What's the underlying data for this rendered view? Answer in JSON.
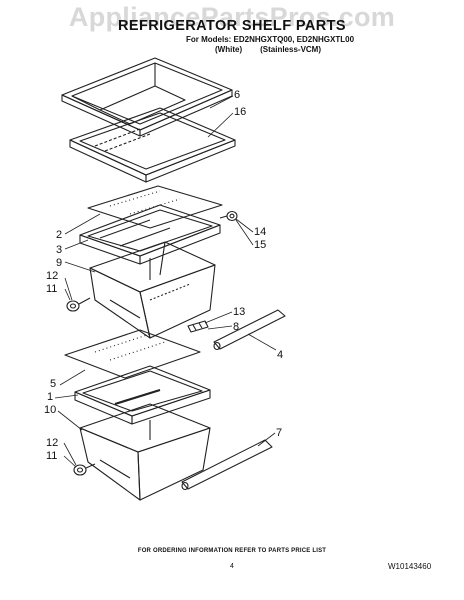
{
  "watermark": "AppliancePartsPros.com",
  "header": {
    "title": "REFRIGERATOR SHELF PARTS",
    "models": "For Models: ED2NHGXTQ00, ED2NHGXTL00",
    "variant_white": "(White)",
    "variant_stainless": "(Stainless-VCM)"
  },
  "callouts": {
    "c6": "6",
    "c16": "16",
    "c2": "2",
    "c3": "3",
    "c9": "9",
    "c12a": "12",
    "c11a": "11",
    "c14": "14",
    "c15": "15",
    "c13": "13",
    "c8": "8",
    "c4": "4",
    "c5": "5",
    "c1": "1",
    "c10": "10",
    "c12b": "12",
    "c11b": "11",
    "c7": "7"
  },
  "footer": {
    "note": "FOR ORDERING INFORMATION REFER TO PARTS PRICE LIST",
    "page": "4",
    "doc_id": "W10143460"
  }
}
